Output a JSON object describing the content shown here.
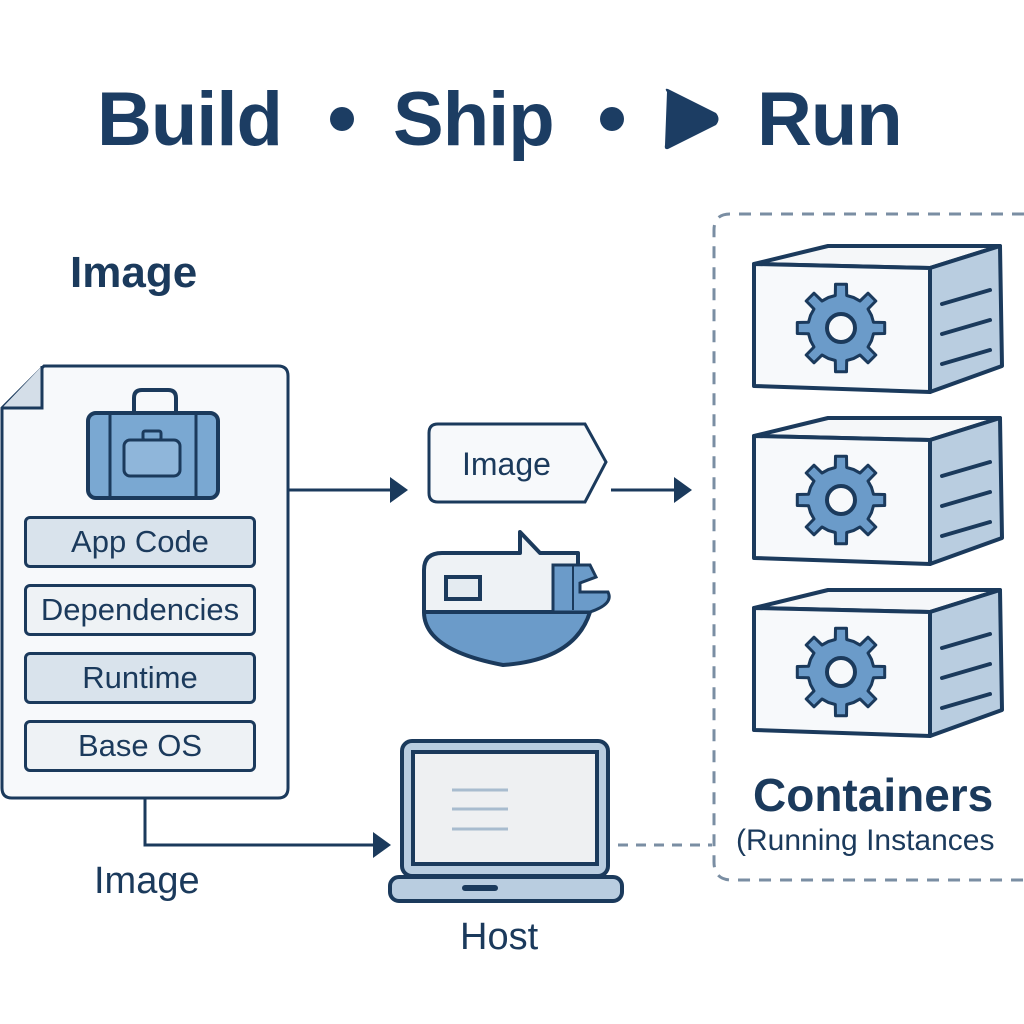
{
  "title": {
    "build": "Build",
    "ship": "Ship",
    "run": "Run",
    "separator_icon": "bullet-dot",
    "run_icon": "play-triangle"
  },
  "image_section": {
    "heading": "Image",
    "icon": "suitcase-icon",
    "layers": [
      "App Code",
      "Dependencies",
      "Runtime",
      "Base OS"
    ],
    "bottom_label": "Image"
  },
  "ship_section": {
    "tag_label": "Image",
    "icon": "ship-icon"
  },
  "host": {
    "label": "Host",
    "icon": "laptop-icon"
  },
  "containers": {
    "title": "Containers",
    "subtitle": "(Running Instances",
    "count": 3,
    "icon": "gear-icon"
  },
  "colors": {
    "primary_dark": "#1b3a5c",
    "accent_blue": "#6b9bc9",
    "light_fill": "#d9e3ec",
    "dashed_border": "#7a8ea3"
  }
}
